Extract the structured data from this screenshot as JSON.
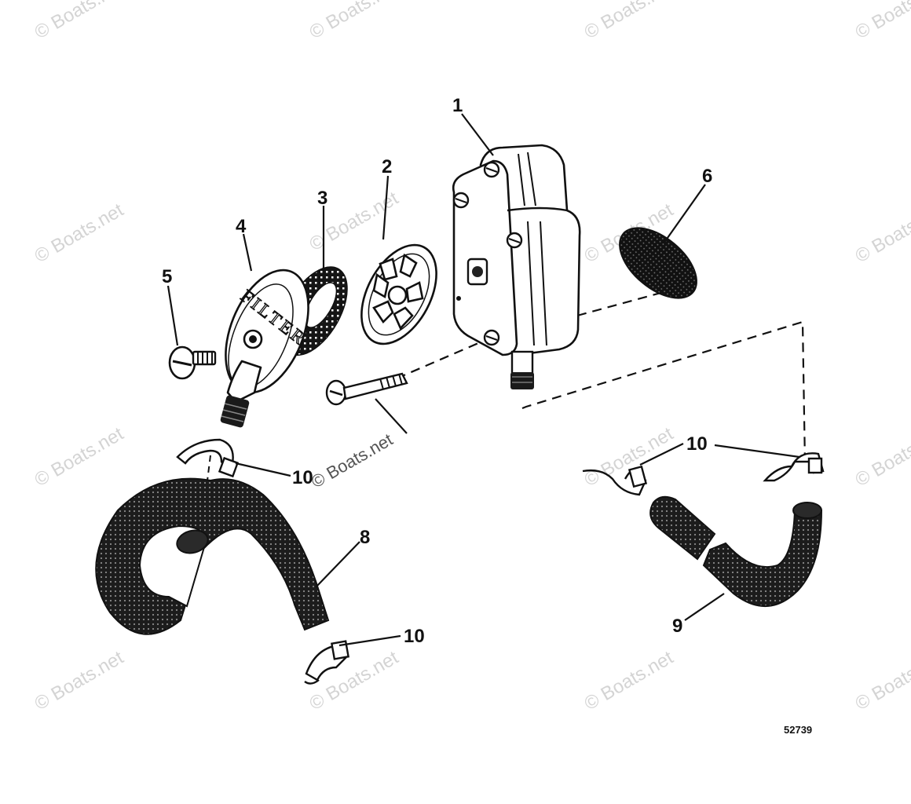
{
  "diagram": {
    "figure_number": "52739",
    "watermark_text": "© Boats.net",
    "embossed_text": "FILTER",
    "callouts": {
      "c1": "1",
      "c2": "2",
      "c3": "3",
      "c4": "4",
      "c5": "5",
      "c6": "6",
      "c8": "8",
      "c9": "9",
      "c10a": "10",
      "c10b": "10",
      "c10c": "10"
    }
  }
}
